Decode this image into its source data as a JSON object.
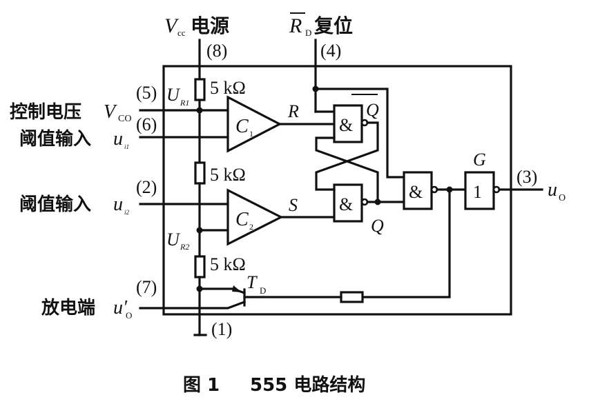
{
  "title_labels": {
    "vcc_symbol": "V",
    "vcc_sub": "cc",
    "vcc_text": "电源",
    "reset_symbol": "R",
    "reset_sub": "D",
    "reset_text": "复位"
  },
  "pins": {
    "p8": "(8)",
    "p4": "(4)",
    "p5": "(5)",
    "p6": "(6)",
    "p2": "(2)",
    "p7": "(7)",
    "p1": "(1)",
    "p3": "(3)"
  },
  "left_labels": {
    "control_text": "控制电压",
    "control_symbol": "V",
    "control_sub": "CO",
    "threshold1_text": "阈值输入",
    "threshold1_symbol": "u",
    "threshold1_sub": "i1",
    "threshold2_text": "阈值输入",
    "threshold2_symbol": "u",
    "threshold2_sub": "i2",
    "discharge_text": "放电端",
    "discharge_symbol": "u′",
    "discharge_sub": "O"
  },
  "resistors": [
    "5 kΩ",
    "5 kΩ",
    "5 kΩ"
  ],
  "voltage_labels": {
    "ur1_symbol": "U",
    "ur1_sub": "R1",
    "ur2_symbol": "U",
    "ur2_sub": "R2"
  },
  "comparators": [
    {
      "symbol": "C",
      "sub": "1"
    },
    {
      "symbol": "C",
      "sub": "2"
    }
  ],
  "signals": {
    "r": "R",
    "s": "S",
    "q": "Q",
    "qbar": "Q",
    "output_symbol": "u",
    "output_sub": "O"
  },
  "gates": {
    "nand_label": "&",
    "buffer_name": "G",
    "buffer_label": "1"
  },
  "transistor": {
    "symbol": "T",
    "sub": "D"
  },
  "caption": {
    "figure": "图 1",
    "title": "555 电路结构"
  }
}
